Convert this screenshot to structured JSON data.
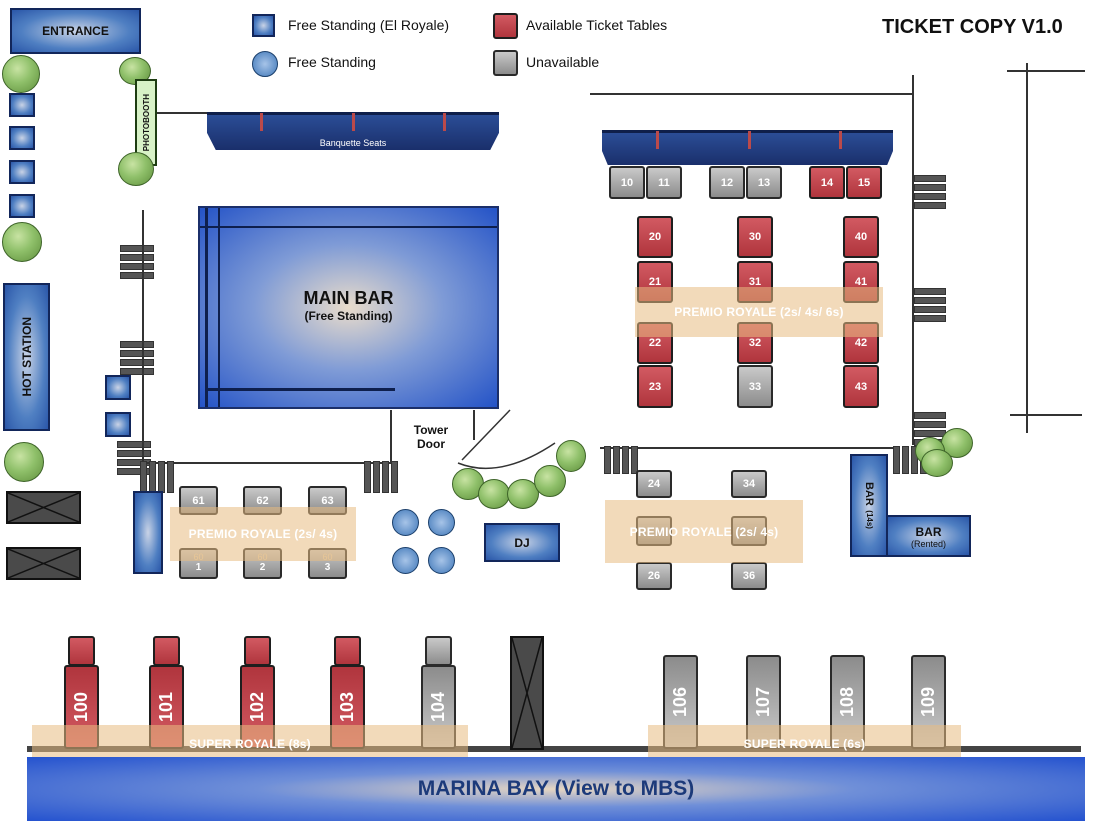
{
  "header": {
    "title": "TICKET COPY V1.0",
    "entrance": "ENTRANCE"
  },
  "legend": {
    "free_standing_el_royale": "Free Standing (El Royale)",
    "free_standing": "Free Standing",
    "available": "Available Ticket Tables",
    "unavailable": "Unavailable"
  },
  "colors": {
    "available": "#b83a42",
    "unavailable": "#9a9a9a",
    "blue": "#2453c7",
    "zone": "#e8bc82"
  },
  "labels": {
    "photobooth": "PHOTOBOOTH",
    "banquette": "Banquette Seats",
    "main_bar_title": "MAIN BAR",
    "main_bar_sub": "(Free Standing)",
    "hot_station": "HOT STATION",
    "tower_door_1": "Tower",
    "tower_door_2": "Door",
    "dj": "DJ",
    "bar_14s": "BAR",
    "bar_14s_sub": "(14s)",
    "bar_rented": "BAR",
    "bar_rented_sub": "(Rented)",
    "marina_bay": "MARINA BAY (View to MBS)"
  },
  "zones": {
    "premio_top": "PREMIO ROYALE (2s/ 4s/ 6s)",
    "premio_left": "PREMIO ROYALE (2s/ 4s)",
    "premio_right": "PREMIO ROYALE (2s/ 4s)",
    "super_8s": "SUPER ROYALE (8s)",
    "super_6s": "SUPER ROYALE (6s)"
  },
  "tables": {
    "t10": "10",
    "t11": "11",
    "t12": "12",
    "t13": "13",
    "t14": "14",
    "t15": "15",
    "t20": "20",
    "t21": "21",
    "t22": "22",
    "t23": "23",
    "t30": "30",
    "t31": "31",
    "t32": "32",
    "t33": "33",
    "t40": "40",
    "t41": "41",
    "t42": "42",
    "t43": "43",
    "t61": "61",
    "t62": "62",
    "t63": "63",
    "t60a": "60",
    "t60b": "60",
    "t60c": "60",
    "t1": "1",
    "t2": "2",
    "t3": "3",
    "t24": "24",
    "t34": "34",
    "t26": "26",
    "t36": "36",
    "t100": "100",
    "t101": "101",
    "t102": "102",
    "t103": "103",
    "t104": "104",
    "t106": "106",
    "t107": "107",
    "t108": "108",
    "t109": "109"
  }
}
